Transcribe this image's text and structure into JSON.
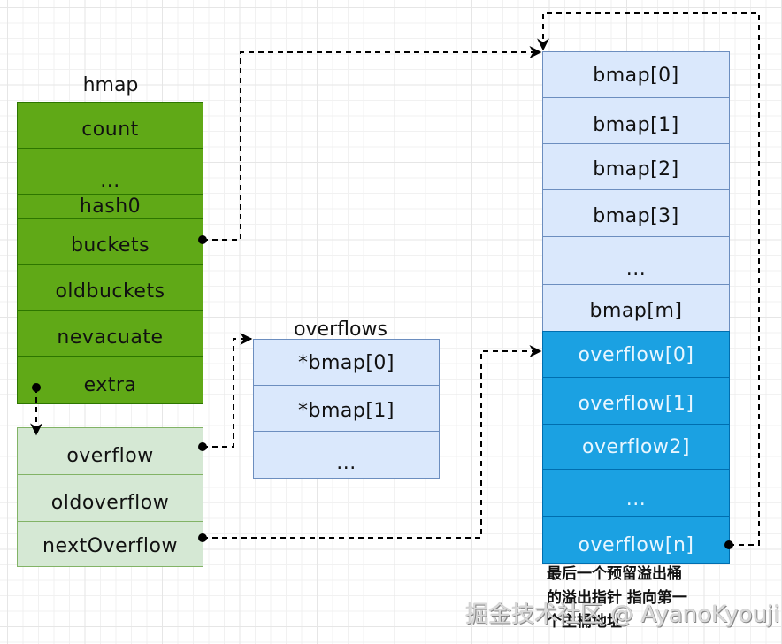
{
  "hmap": {
    "title": "hmap",
    "fields": [
      {
        "label": "count"
      },
      {
        "label": "..."
      },
      {
        "label": "hash0"
      },
      {
        "label": "buckets"
      },
      {
        "label": "oldbuckets"
      },
      {
        "label": "nevacuate"
      },
      {
        "label": "extra"
      }
    ]
  },
  "mapextra": {
    "fields": [
      {
        "label": "overflow"
      },
      {
        "label": "oldoverflow"
      },
      {
        "label": "nextOverflow"
      }
    ]
  },
  "overflows": {
    "title": "overflows",
    "items": [
      {
        "label": "*bmap[0]"
      },
      {
        "label": "*bmap[1]"
      },
      {
        "label": "..."
      }
    ]
  },
  "buckets": {
    "main": [
      {
        "label": "bmap[0]"
      },
      {
        "label": "bmap[1]"
      },
      {
        "label": "bmap[2]"
      },
      {
        "label": "bmap[3]"
      },
      {
        "label": "..."
      },
      {
        "label": "bmap[m]"
      }
    ],
    "overflow": [
      {
        "label": "overflow[0]"
      },
      {
        "label": "overflow[1]"
      },
      {
        "label": "overflow2]"
      },
      {
        "label": "..."
      },
      {
        "label": "overflow[n]"
      }
    ]
  },
  "annotation": {
    "lines": [
      "最后一个预留溢出桶",
      "的溢出指针 指向第一",
      "个主桶地址"
    ]
  },
  "watermark": "掘金技术社区 @ AyanoKyouji",
  "colors": {
    "hmap_fill": "#60a917",
    "hmap_stroke": "#2d7600",
    "extra_fill": "#dae8fc",
    "mapextra_fill": "#d5e8d4",
    "overflow_bucket_fill": "#1ba1e2",
    "connector": "#000000"
  }
}
